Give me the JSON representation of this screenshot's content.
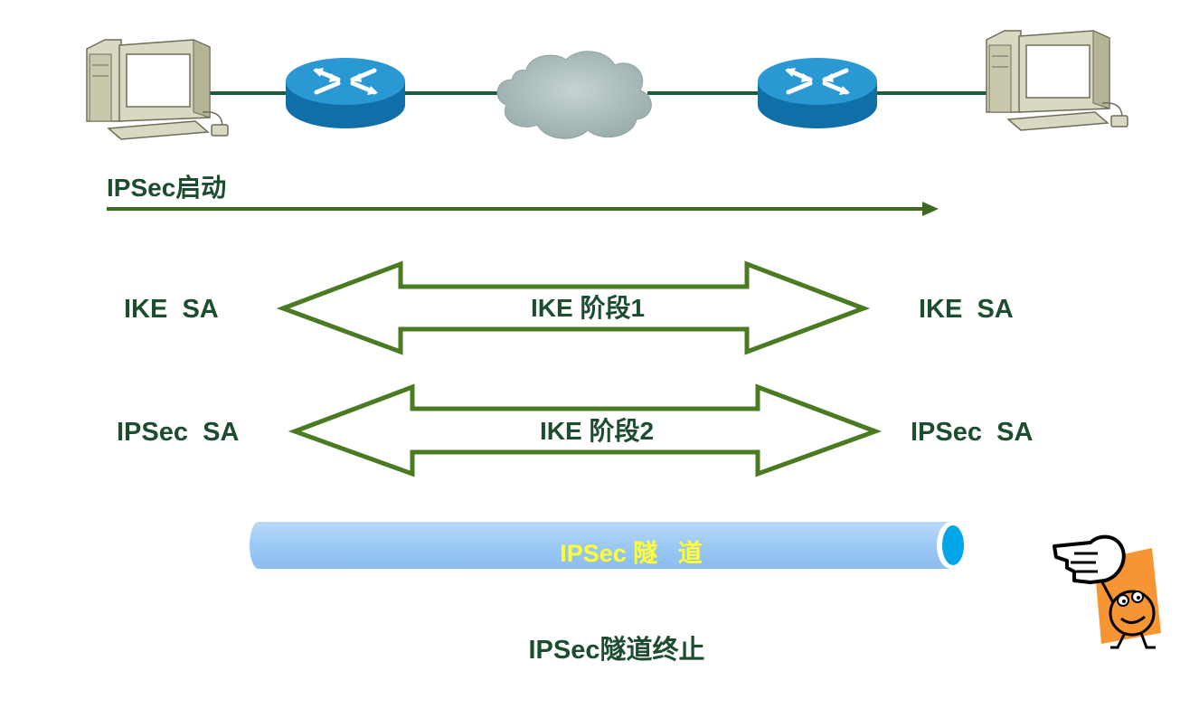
{
  "start_label": "IPSec启动",
  "phase1": {
    "left_label": "IKE  SA",
    "right_label": "IKE  SA",
    "arrow_label": "IKE 阶段1"
  },
  "phase2": {
    "left_label": "IPSec  SA",
    "right_label": "IPSec  SA",
    "arrow_label": "IKE 阶段2"
  },
  "tunnel_label": "IPSec 隧   道",
  "end_label": "IPSec隧道终止",
  "colors": {
    "text_green": "#1b4d2e",
    "arrow_outline": "#4a7a22",
    "link_line": "#1e5a3c",
    "router_blue": "#1a86c0",
    "cloud_gray": "#aebdbd",
    "tunnel_blue": "#9cc9f5",
    "tunnel_text": "#ffff33",
    "cartoon_orange": "#f79433"
  },
  "icons": [
    "computer-icon",
    "router-icon",
    "cloud-icon",
    "pointing-hand-icon",
    "cartoon-character-icon"
  ]
}
